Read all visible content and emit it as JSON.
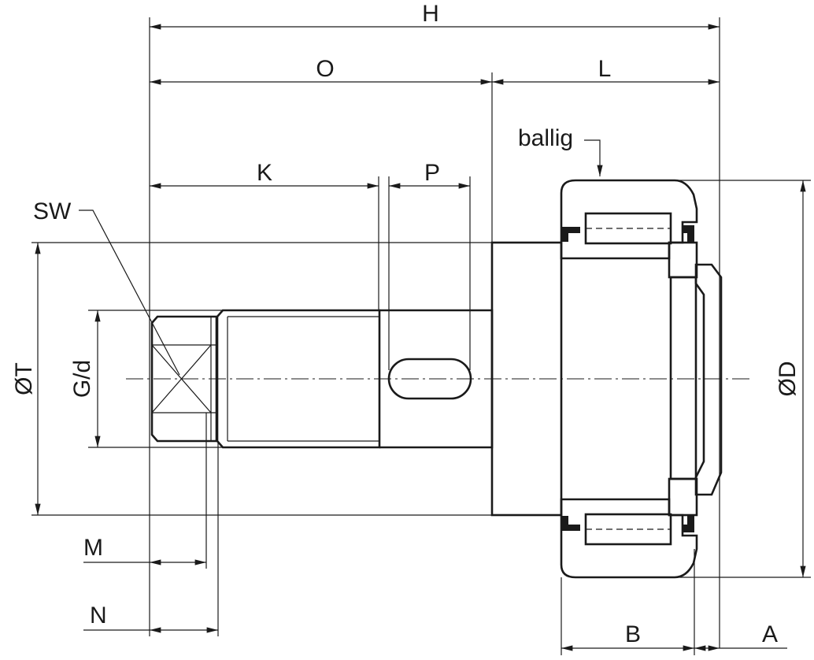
{
  "labels": {
    "H": "H",
    "O": "O",
    "L": "L",
    "K": "K",
    "P": "P",
    "SW": "SW",
    "T": "ØT",
    "Gd": "G/d",
    "D": "ØD",
    "M": "M",
    "N": "N",
    "B": "B",
    "A": "A",
    "ballig": "ballig"
  },
  "colors": {
    "line": "#1a1a1a",
    "background": "#ffffff"
  }
}
